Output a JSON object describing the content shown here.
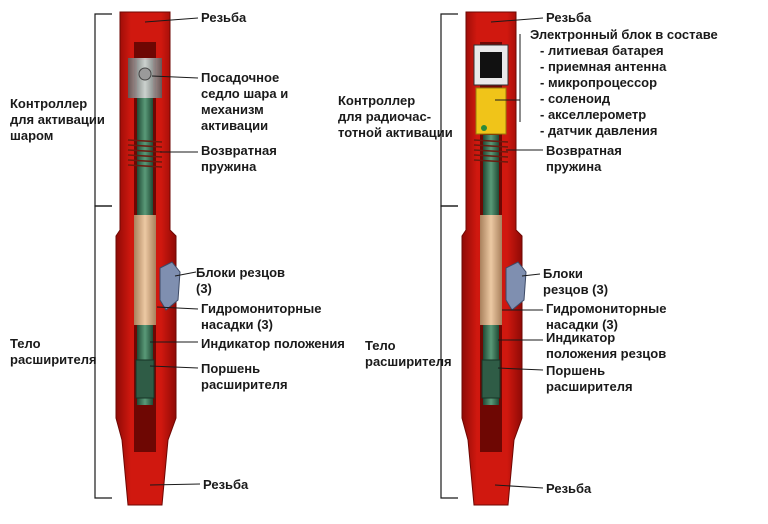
{
  "diagram": {
    "left_tool": {
      "thread_top": "Резьба",
      "seat": "Посадочное\nседло шара и\nмеханизм\nактивации",
      "spring": "Возвратная\nпружина",
      "cutters": "Блоки резцов\n(3)",
      "nozzles": "Гидромониторные\nнасадки (3)",
      "indicator": "Индикатор положения",
      "piston": "Поршень\nрасширителя",
      "thread_bottom": "Резьба",
      "section_controller": "Контроллер\nдля активации\nшаром",
      "section_body": "Тело\nрасширителя"
    },
    "right_tool": {
      "thread_top": "Резьба",
      "electronics_title": "Электронный блок  в составе",
      "electronics_items": [
        "- литиевая батарея",
        "- приемная антенна",
        "- микропроцессор",
        "- соленоид",
        "- акселлерометр",
        "- датчик давления"
      ],
      "spring": "Возвратная\nпружина",
      "cutters": "Блоки\nрезцов (3)",
      "nozzles": "Гидромониторные\nнасадки (3)",
      "indicator": "Индикатор\nположения резцов",
      "piston": "Поршень\nрасширителя",
      "thread_bottom": "Резьба",
      "section_controller": "Контроллер\nдля радиочас-\nтотной активации",
      "section_body": "Тело\nрасширителя"
    },
    "colors": {
      "body_red": "#d0180f",
      "body_dark_red": "#8f0a06",
      "mandrel_green": "#3f7a5c",
      "tan_parts": "#d8b08a",
      "cutter_blue": "#7f8fb0",
      "electronics_yellow": "#f0c419"
    }
  }
}
